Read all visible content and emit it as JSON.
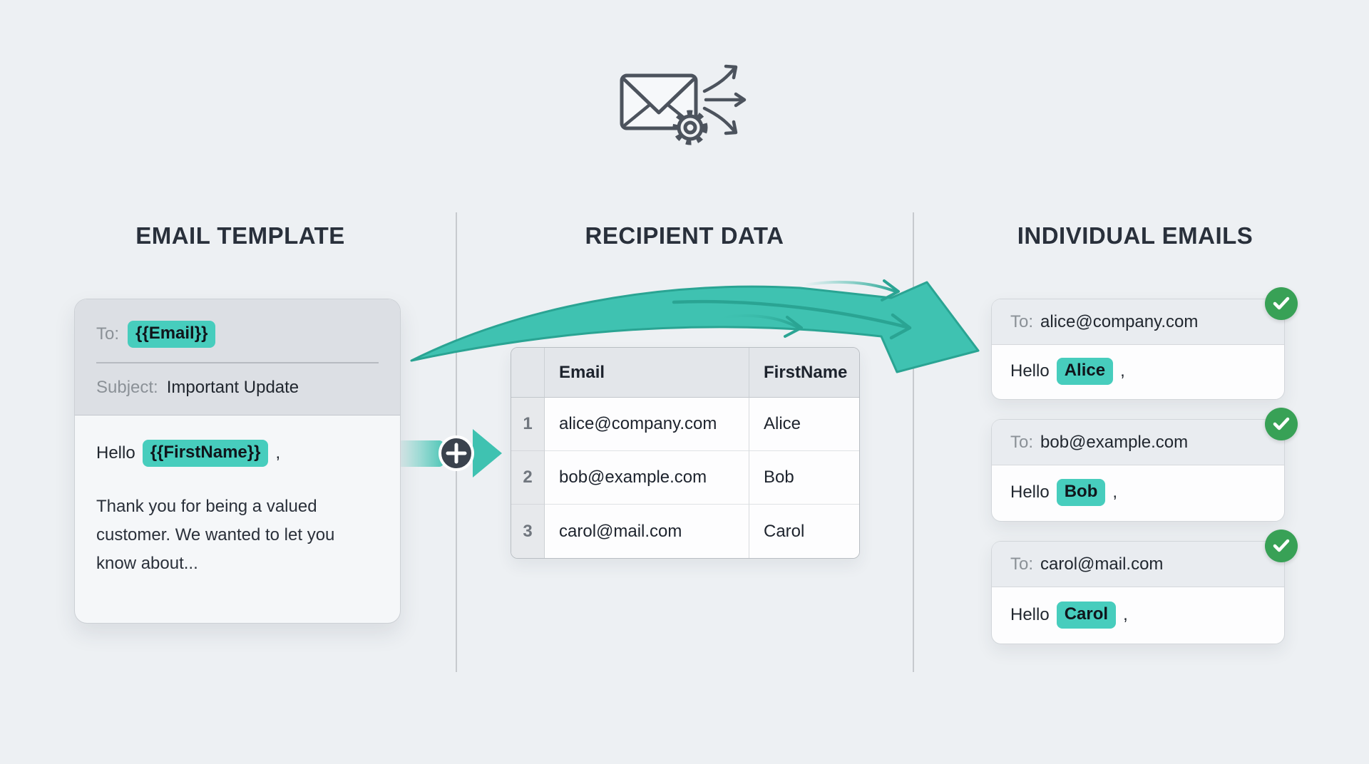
{
  "columns": {
    "template": {
      "heading": "EMAIL TEMPLATE"
    },
    "recipients": {
      "heading": "RECIPIENT DATA"
    },
    "individual": {
      "heading": "INDIVIDUAL EMAILS"
    }
  },
  "template_card": {
    "to_label": "To:",
    "to_variable": "{{Email}}",
    "subject_label": "Subject:",
    "subject_value": "Important Update",
    "greeting_prefix": "Hello",
    "greeting_variable": "{{FirstName}}",
    "greeting_suffix": ",",
    "body_text": "Thank you for being a valued customer. We wanted to let you know about..."
  },
  "recipient_table": {
    "headers": {
      "email": "Email",
      "first_name": "FirstName"
    },
    "rows": [
      {
        "num": "1",
        "email": "alice@company.com",
        "first_name": "Alice"
      },
      {
        "num": "2",
        "email": "bob@example.com",
        "first_name": "Bob"
      },
      {
        "num": "3",
        "email": "carol@mail.com",
        "first_name": "Carol"
      }
    ]
  },
  "email_cards": [
    {
      "to_label": "To:",
      "to_value": "alice@company.com",
      "greeting_prefix": "Hello",
      "name": "Alice",
      "greeting_suffix": ","
    },
    {
      "to_label": "To:",
      "to_value": "bob@example.com",
      "greeting_prefix": "Hello",
      "name": "Bob",
      "greeting_suffix": ","
    },
    {
      "to_label": "To:",
      "to_value": "carol@mail.com",
      "greeting_prefix": "Hello",
      "name": "Carol",
      "greeting_suffix": ","
    }
  ],
  "icons": {
    "hero": "envelope-gear-fanout-icon",
    "merge_plus": "plus-circle-icon",
    "merge_arrow": "right-arrowhead-icon",
    "flow": "swoosh-arrow-icon",
    "status": "check-circle-icon"
  },
  "colors": {
    "page-bg": "#edf0f3",
    "heading": "#29303b",
    "ink": "#21272f",
    "muted": "#8b9197",
    "teal": "#3fc2b1",
    "teal-dark": "#2aa493",
    "teal-chip": "#47cdbd",
    "green": "#38a156",
    "divider": "#c7cace",
    "card-header-bg": "#dcdfe4",
    "card-body-bg": "#f5f7f9",
    "panel-bg": "#fdfdfe",
    "mini-header-bg": "#e9ecf0",
    "icon-stroke": "#4c535d",
    "dark-circle": "#3a424d",
    "table-header-bg": "#e3e6ea",
    "num-col-bg": "#e7e9ec"
  }
}
